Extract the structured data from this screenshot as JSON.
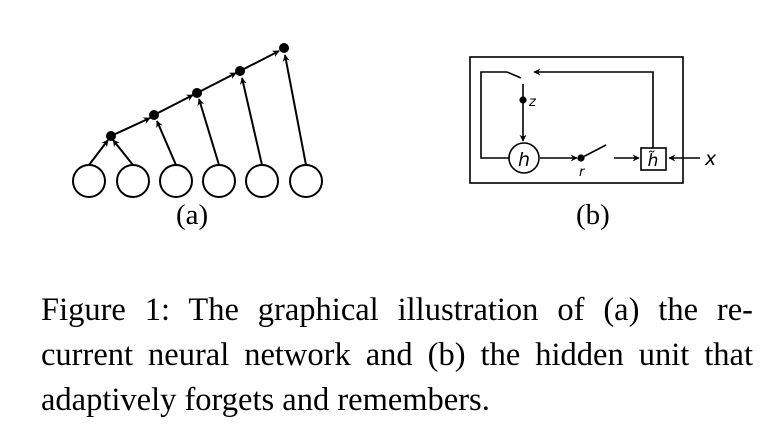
{
  "figure": {
    "panel_a_label": "(a)",
    "panel_b_label": "(b)",
    "gru_labels": {
      "update_gate": "z",
      "reset_gate": "r",
      "hidden": "h",
      "candidate": "h̃",
      "input": "x"
    }
  },
  "caption": {
    "lines": [
      "Figure 1: The graphical illustration of (a) the re-",
      "current neural network and (b) the hidden unit that",
      "adaptively forgets and remembers."
    ]
  }
}
